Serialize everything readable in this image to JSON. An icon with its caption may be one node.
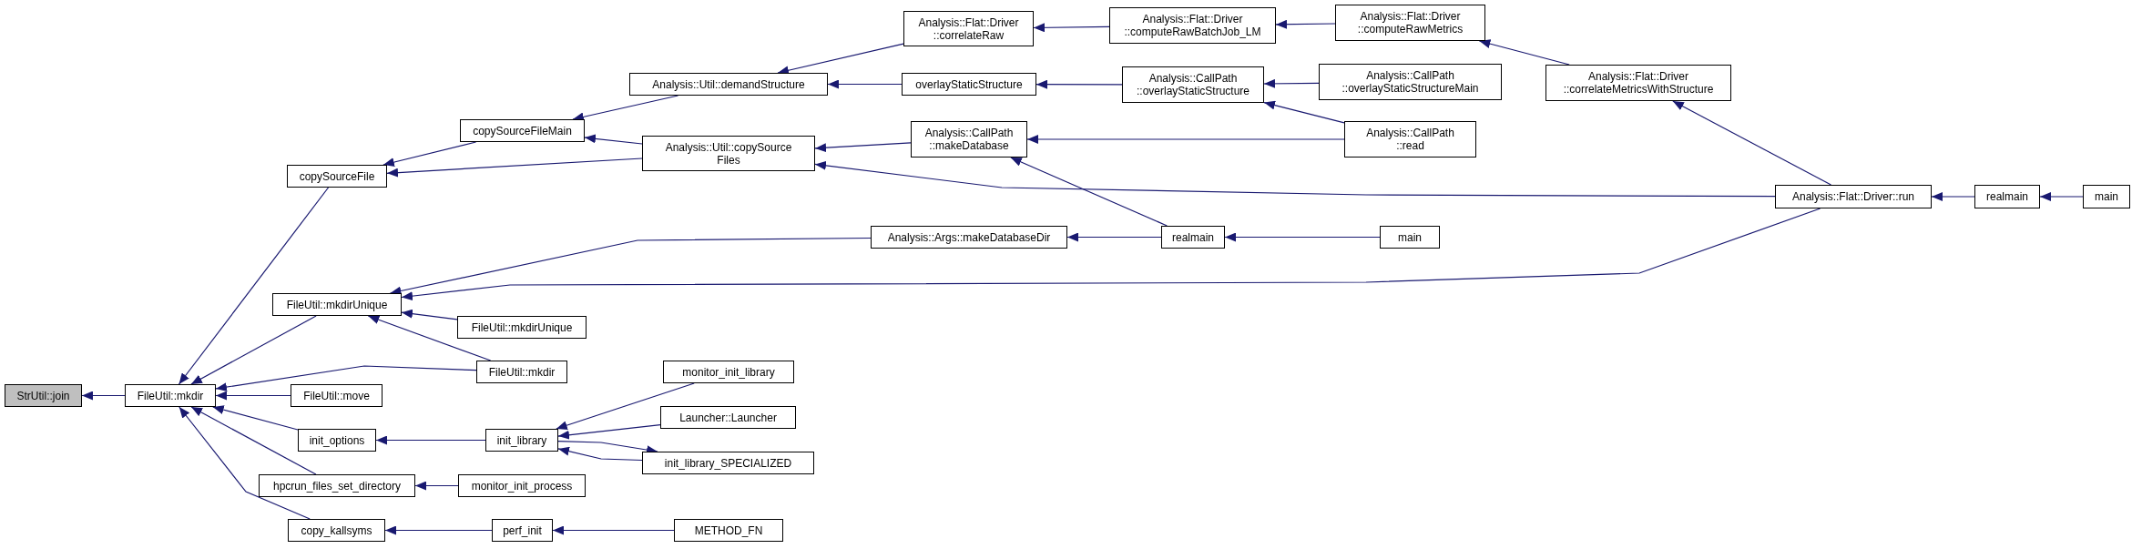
{
  "diagram": {
    "nodes": [
      {
        "text": [
          "StrUtil::join"
        ]
      },
      {
        "text": [
          "FileUtil::mkdir"
        ]
      },
      {
        "text": [
          "copySourceFile"
        ]
      },
      {
        "text": [
          "copySourceFileMain"
        ]
      },
      {
        "text": [
          "Analysis::Util::demandStructure"
        ]
      },
      {
        "text": [
          "Analysis::Util::copySource Files"
        ]
      },
      {
        "text": [
          "Analysis::Flat::Driver ::correlateRaw"
        ]
      },
      {
        "text": [
          "overlayStaticStructure"
        ]
      },
      {
        "text": [
          "Analysis::CallPath ::makeDatabase"
        ]
      },
      {
        "text": [
          "Analysis::Flat::Driver ::computeRawBatchJob_LM"
        ]
      },
      {
        "text": [
          "Analysis::CallPath ::overlayStaticStructure"
        ]
      },
      {
        "text": [
          "Analysis::Flat::Driver ::computeRawMetrics"
        ]
      },
      {
        "text": [
          "Analysis::CallPath ::overlayStaticStructureMain"
        ]
      },
      {
        "text": [
          "Analysis::CallPath ::read"
        ]
      },
      {
        "text": [
          "Analysis::Flat::Driver ::correlateMetricsWithStructure"
        ]
      },
      {
        "text": [
          "Analysis::Flat::Driver::run"
        ]
      },
      {
        "text": [
          "realmain"
        ]
      },
      {
        "text": [
          "main"
        ]
      },
      {
        "text": [
          "FileUtil::mkdirUnique"
        ]
      },
      {
        "text": [
          "Analysis::Args::makeDatabaseDir"
        ]
      },
      {
        "text": [
          "realmain"
        ]
      },
      {
        "text": [
          "main"
        ]
      },
      {
        "text": [
          "FileUtil::mkdirUnique"
        ]
      },
      {
        "text": [
          "FileUtil::mkdir"
        ]
      },
      {
        "text": [
          "FileUtil::move"
        ]
      },
      {
        "text": [
          "init_options"
        ]
      },
      {
        "text": [
          "init_library"
        ]
      },
      {
        "text": [
          "monitor_init_library"
        ]
      },
      {
        "text": [
          "Launcher::Launcher"
        ]
      },
      {
        "text": [
          "init_library_SPECIALIZED"
        ]
      },
      {
        "text": [
          "hpcrun_files_set_directory"
        ]
      },
      {
        "text": [
          "monitor_init_process"
        ]
      },
      {
        "text": [
          "copy_kallsyms"
        ]
      },
      {
        "text": [
          "perf_init"
        ]
      },
      {
        "text": [
          "METHOD_FN"
        ]
      }
    ],
    "edges": [
      {
        "from": 1,
        "to": 0,
        "arrow": "to"
      },
      {
        "from": 2,
        "to": 1,
        "arrow": "to"
      },
      {
        "from": 18,
        "to": 1,
        "arrow": "to"
      },
      {
        "from": 23,
        "to": 1,
        "arrow": "to"
      },
      {
        "from": 24,
        "to": 1,
        "arrow": "to"
      },
      {
        "from": 25,
        "to": 1,
        "arrow": "to"
      },
      {
        "from": 30,
        "to": 1,
        "arrow": "to"
      },
      {
        "from": 32,
        "to": 1,
        "arrow": "to"
      },
      {
        "from": 3,
        "to": 2,
        "arrow": "to"
      },
      {
        "from": 5,
        "to": 2,
        "arrow": "to"
      },
      {
        "from": 4,
        "to": 3,
        "arrow": "to"
      },
      {
        "from": 5,
        "to": 3,
        "arrow": "to"
      },
      {
        "from": 6,
        "to": 4,
        "arrow": "to"
      },
      {
        "from": 7,
        "to": 4,
        "arrow": "to"
      },
      {
        "from": 8,
        "to": 5,
        "arrow": "to"
      },
      {
        "from": 15,
        "to": 5,
        "arrow": "to"
      },
      {
        "from": 9,
        "to": 6,
        "arrow": "to"
      },
      {
        "from": 10,
        "to": 7,
        "arrow": "to"
      },
      {
        "from": 13,
        "to": 8,
        "arrow": "to"
      },
      {
        "from": 20,
        "to": 8,
        "arrow": "to"
      },
      {
        "from": 11,
        "to": 9,
        "arrow": "to"
      },
      {
        "from": 12,
        "to": 10,
        "arrow": "to"
      },
      {
        "from": 13,
        "to": 10,
        "arrow": "to"
      },
      {
        "from": 14,
        "to": 11,
        "arrow": "to"
      },
      {
        "from": 15,
        "to": 14,
        "arrow": "to"
      },
      {
        "from": 16,
        "to": 15,
        "arrow": "to"
      },
      {
        "from": 17,
        "to": 16,
        "arrow": "to"
      },
      {
        "from": 19,
        "to": 18,
        "arrow": "to"
      },
      {
        "from": 15,
        "to": 18,
        "arrow": "to"
      },
      {
        "from": 22,
        "to": 18,
        "arrow": "to"
      },
      {
        "from": 23,
        "to": 18,
        "arrow": "to"
      },
      {
        "from": 20,
        "to": 19,
        "arrow": "to"
      },
      {
        "from": 21,
        "to": 20,
        "arrow": "to"
      },
      {
        "from": 26,
        "to": 25,
        "arrow": "to"
      },
      {
        "from": 27,
        "to": 26,
        "arrow": "to"
      },
      {
        "from": 28,
        "to": 26,
        "arrow": "to"
      },
      {
        "from": 29,
        "to": 26,
        "arrow": "to"
      },
      {
        "from": 26,
        "to": 29,
        "arrow": "to"
      },
      {
        "from": 31,
        "to": 30,
        "arrow": "to"
      },
      {
        "from": 33,
        "to": 32,
        "arrow": "to"
      },
      {
        "from": 34,
        "to": 33,
        "arrow": "to"
      }
    ]
  }
}
